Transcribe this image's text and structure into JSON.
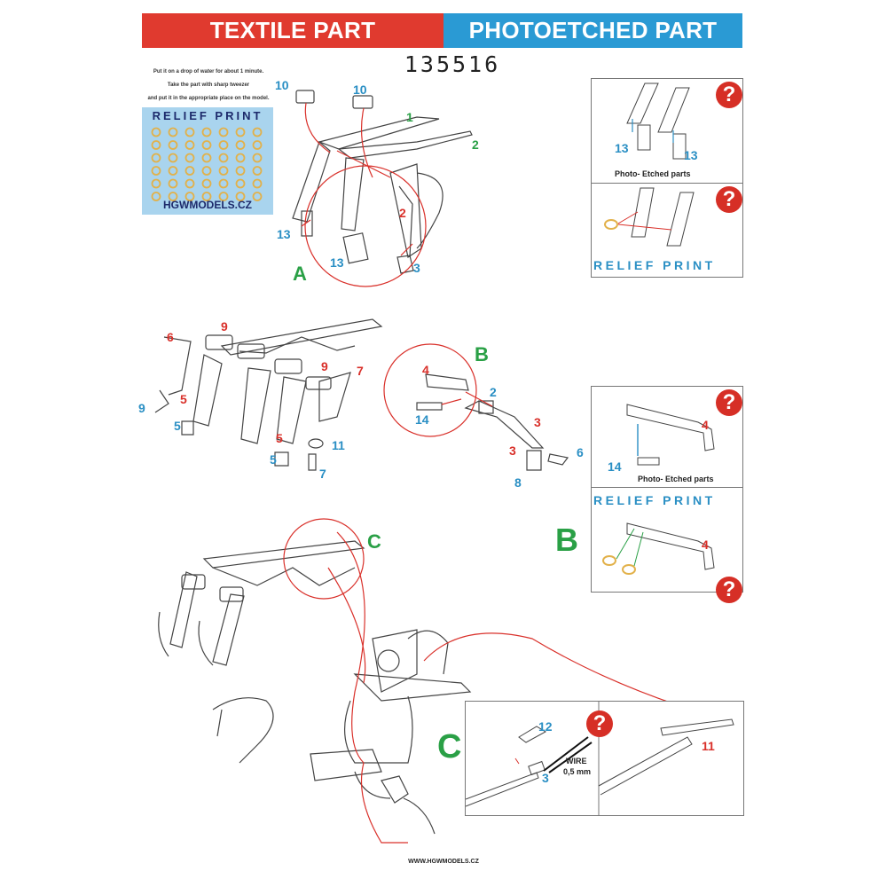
{
  "header": {
    "textile_label": "TEXTILE PART",
    "photoetched_label": "PHOTOETCHED PART",
    "product_code": "135516"
  },
  "instructions": [
    "Put it on a drop of water for about 1 minute.",
    "Take the part with sharp tweezer",
    "and put it in the appropriate place on the model."
  ],
  "relief_sheet": {
    "title": "RELIEF PRINT",
    "site": "HGWMODELS.CZ",
    "washer_color": "#e2b14a"
  },
  "section_a": {
    "letter": "A",
    "labels": {
      "p10a": "10",
      "p10b": "10",
      "p1": "1",
      "p2g": "2",
      "p2r": "2",
      "p13a": "13",
      "p13b": "13",
      "p3": "3"
    },
    "panel_top": {
      "p13a": "13",
      "p13b": "13",
      "caption": "Photo- Etched parts"
    },
    "panel_bottom": {
      "caption": "RELIEF PRINT"
    }
  },
  "section_b": {
    "letter": "B",
    "left_labels": {
      "p6": "6",
      "p9a": "9",
      "p9b": "9",
      "p7r": "7",
      "p9c": "9",
      "p5a": "5",
      "p5b": "5",
      "p5c": "5",
      "p5d": "5",
      "p11": "11",
      "p7b": "7"
    },
    "zoom_labels": {
      "p4": "4",
      "p14": "14",
      "p2": "2",
      "p3a": "3",
      "p3b": "3",
      "p6": "6",
      "p8": "8"
    },
    "panel_top": {
      "p4": "4",
      "p14": "14",
      "caption": "Photo- Etched parts"
    },
    "panel_bottom": {
      "caption": "RELIEF PRINT",
      "p4": "4",
      "letter": "B"
    }
  },
  "section_c": {
    "letter": "C",
    "panel": {
      "letter": "C",
      "p12": "12",
      "p3": "3",
      "wire": "WIRE",
      "wire_size": "0,5 mm",
      "p11": "11"
    }
  },
  "question_mark": "?",
  "footer": "WWW.HGWMODELS.CZ",
  "colors": {
    "red": "#d9302a",
    "blue": "#2a8fc4",
    "green": "#2aa046",
    "banner_red": "#e03a2f",
    "banner_blue": "#2a9ad4",
    "relief_bg": "#a9d4ee"
  }
}
